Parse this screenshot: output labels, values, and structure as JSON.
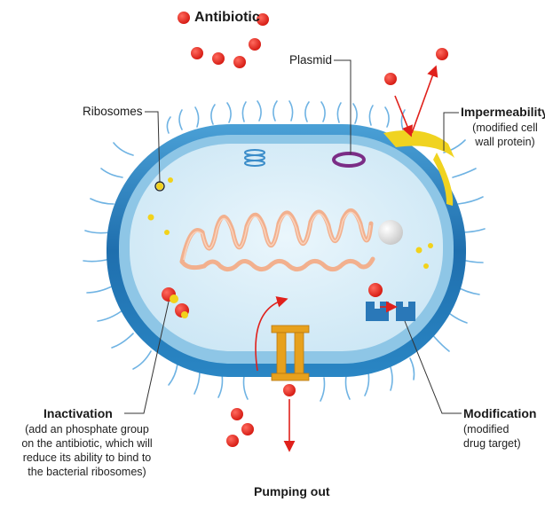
{
  "labels": {
    "antibiotic": "Antibiotic",
    "plasmid": "Plasmid",
    "ribosomes": "Ribosomes",
    "impermeability": {
      "title": "Impermeability",
      "lines": [
        "(modified cell",
        "wall protein)"
      ]
    },
    "inactivation": {
      "title": "Inactivation",
      "lines": [
        "(add an phosphate group",
        "on the antibiotic, which will",
        "reduce its ability to bind to",
        "the bacterial ribosomes)"
      ]
    },
    "modification": {
      "title": "Modification",
      "lines": [
        "(modified",
        "drug target)"
      ]
    },
    "pumping_out": "Pumping out"
  },
  "colors": {
    "antibiotic": "#e0201b",
    "outer_wall": "#2a86c4",
    "membrane": "#8ec6e6",
    "cytoplasm": "#d9eef8",
    "pili": "#6fb3e3",
    "dna": "#f2b08e",
    "plasmid": "#7b2d86",
    "ribosome": "#f2d21b",
    "pump": "#e7a11d",
    "target": "#2a78b8",
    "impermeable_patch": "#f0d320"
  }
}
